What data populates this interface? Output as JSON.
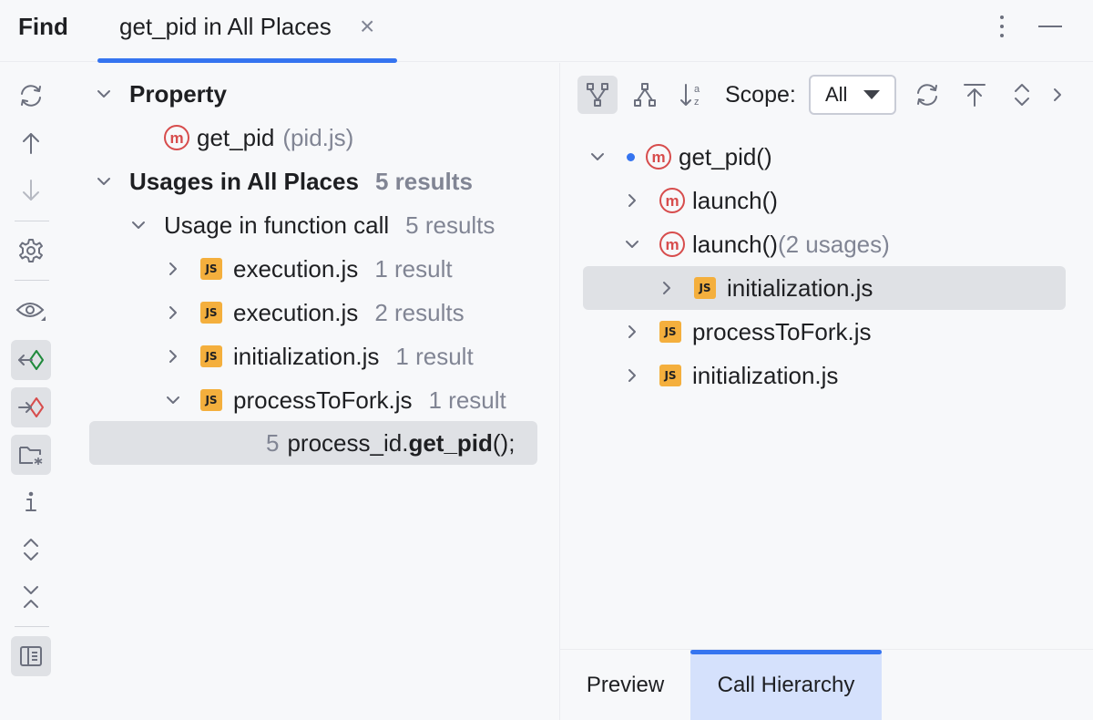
{
  "header": {
    "title": "Find",
    "tab_label": "get_pid in All Places",
    "close_glyph": "×"
  },
  "toolbar": {
    "icons": [
      "rerun-icon",
      "arrow-up-icon",
      "arrow-down-icon",
      "settings-icon",
      "preview-eye-icon",
      "read-access-icon",
      "write-access-icon",
      "group-by-directory-icon",
      "info-icon",
      "expand-all-icon",
      "collapse-all-icon",
      "toggle-panel-icon"
    ]
  },
  "left_tree": {
    "property_header": "Property",
    "property_item_name": "get_pid",
    "property_item_file": "(pid.js)",
    "usages_header": "Usages in All Places",
    "usages_count": "5 results",
    "usage_group": "Usage in function call",
    "usage_group_count": "5 results",
    "files": [
      {
        "name": "execution.js",
        "count": "1 result"
      },
      {
        "name": "execution.js",
        "count": "2 results"
      },
      {
        "name": "initialization.js",
        "count": "1 result"
      },
      {
        "name": "processToFork.js",
        "count": "1 result"
      }
    ],
    "code_line": {
      "line_number": "5",
      "prefix": "process_id.",
      "match": "get_pid",
      "suffix": "();"
    }
  },
  "right_panel": {
    "scope_label": "Scope:",
    "scope_value": "All",
    "tree": {
      "root": "get_pid()",
      "item1": "launch()",
      "item2": "launch()",
      "item2_usages": "(2 usages)",
      "item2_child": "initialization.js",
      "item3": "processToFork.js",
      "item4": "initialization.js"
    }
  },
  "bottom_tabs": {
    "preview": "Preview",
    "call_hierarchy": "Call Hierarchy"
  },
  "colors": {
    "accent": "#3574f0",
    "method_icon": "#d74c4c",
    "js_icon": "#f4af3d",
    "selection": "#dfe1e5",
    "active_tab": "#d5e1fc"
  }
}
